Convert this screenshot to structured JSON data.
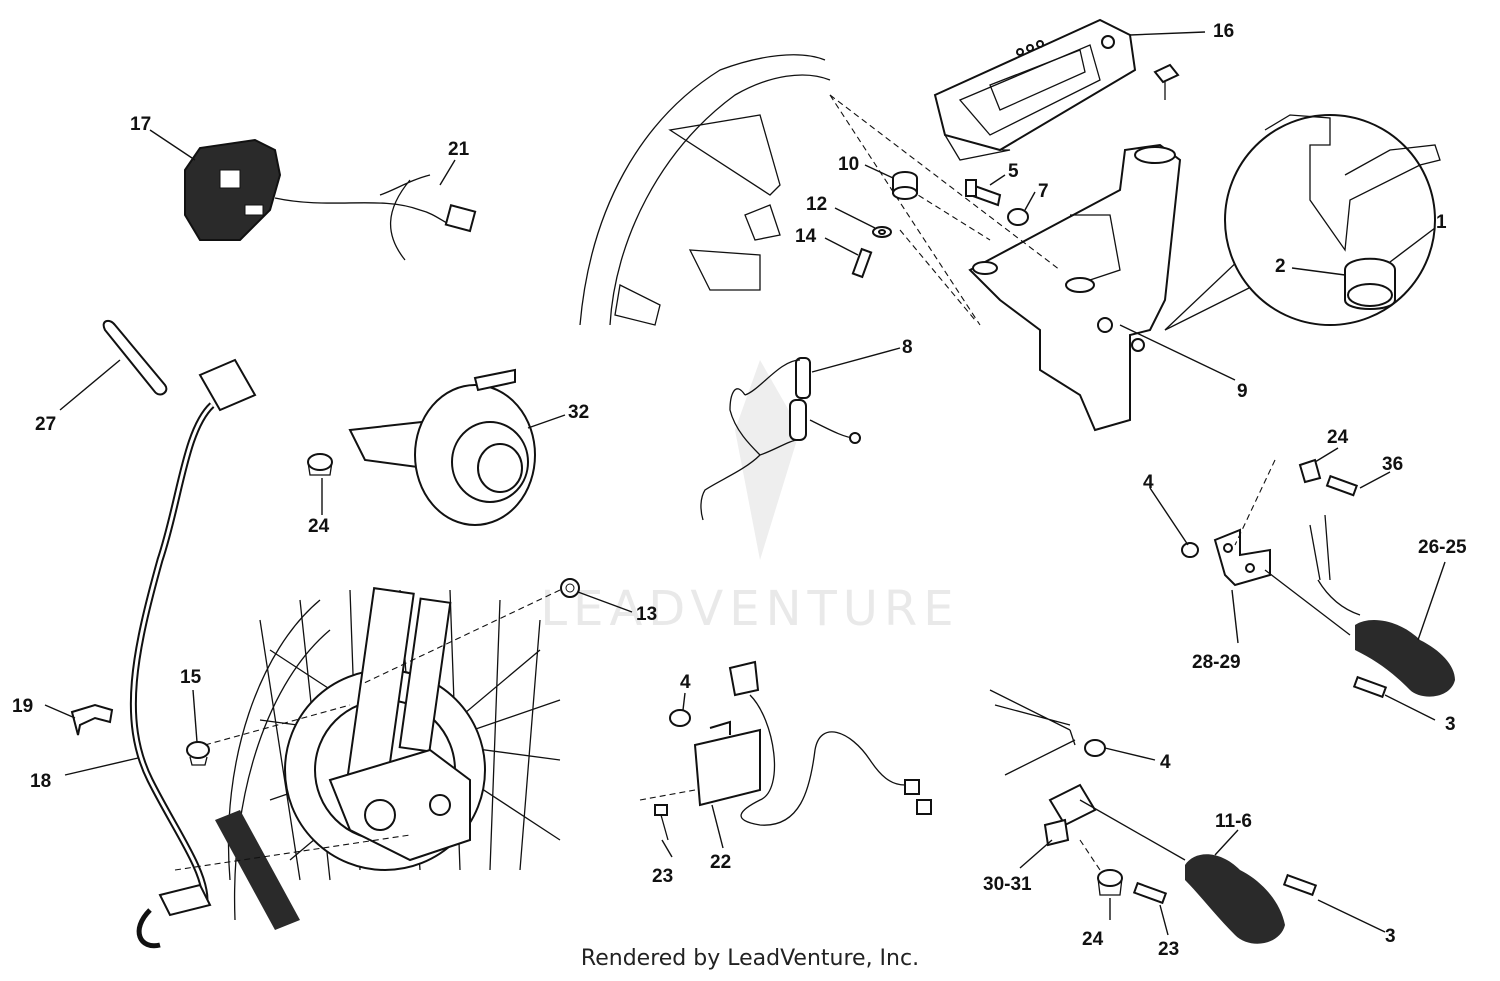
{
  "diagram": {
    "footer_text": "Rendered by LeadVenture, Inc.",
    "watermark_text": "LEADVENTURE",
    "callouts": [
      "16",
      "17",
      "21",
      "10",
      "5",
      "7",
      "12",
      "14",
      "1",
      "2",
      "27",
      "8",
      "9",
      "32",
      "24",
      "24",
      "36",
      "4",
      "26-25",
      "28-29",
      "13",
      "15",
      "19",
      "18",
      "4",
      "3",
      "4",
      "11-6",
      "22",
      "23",
      "30-31",
      "24",
      "23",
      "3"
    ]
  }
}
